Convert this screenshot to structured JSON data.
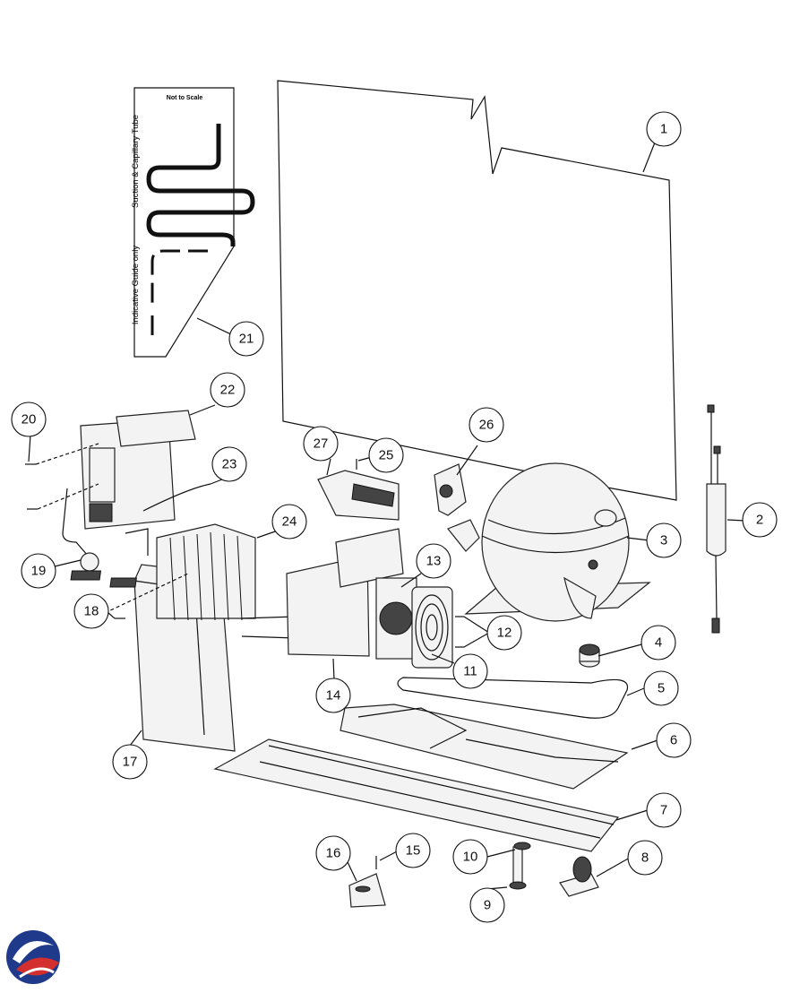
{
  "guide": {
    "not_to_scale": "Not to Scale",
    "label_top": "Suction & Capillary Tube",
    "label_bottom": "Indicative Guide only"
  },
  "callouts": [
    "1",
    "2",
    "3",
    "4",
    "5",
    "6",
    "7",
    "8",
    "9",
    "10",
    "11",
    "12",
    "13",
    "14",
    "15",
    "16",
    "17",
    "18",
    "19",
    "20",
    "21",
    "22",
    "23",
    "24",
    "25",
    "26",
    "27"
  ],
  "logo": {
    "name": "brand-logo",
    "colors": [
      "#1f3a8a",
      "#d32f2f"
    ]
  }
}
